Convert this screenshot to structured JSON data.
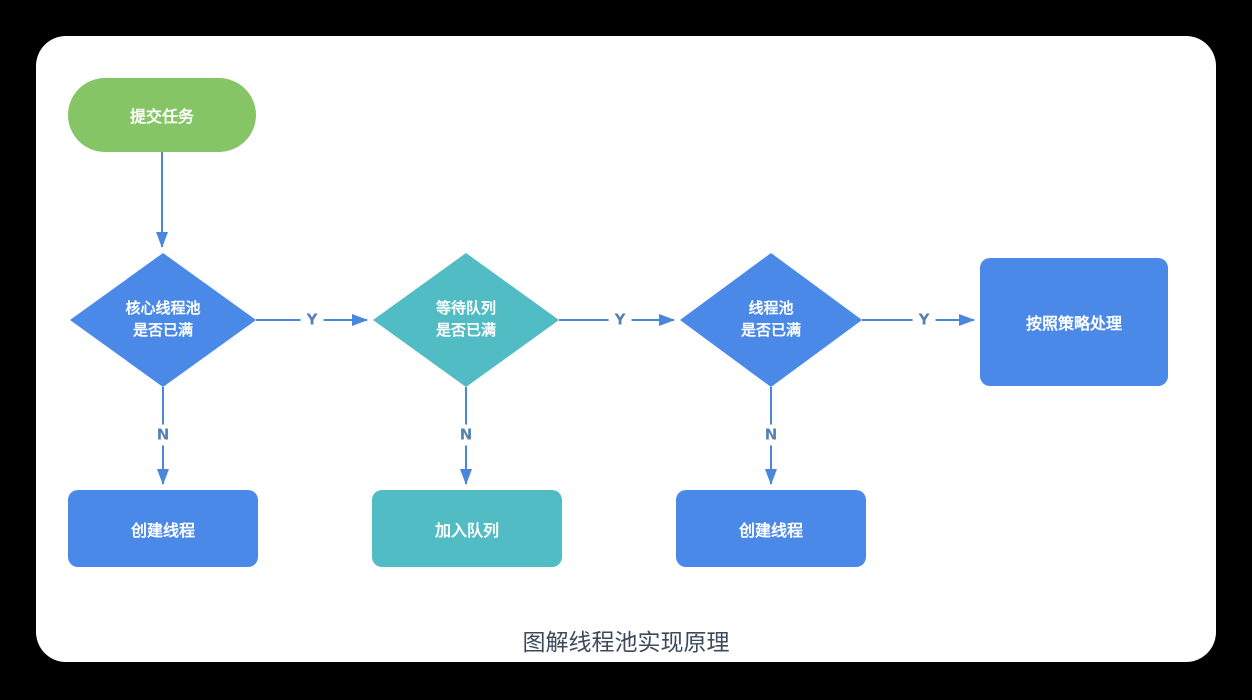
{
  "caption": "图解线程池实现原理",
  "nodes": {
    "start": {
      "label": "提交任务"
    },
    "d1": {
      "line1": "核心线程池",
      "line2": "是否已满"
    },
    "d2": {
      "line1": "等待队列",
      "line2": "是否已满"
    },
    "d3": {
      "line1": "线程池",
      "line2": "是否已满"
    },
    "policy": {
      "label": "按照策略处理"
    },
    "create1": {
      "label": "创建线程"
    },
    "queue": {
      "label": "加入队列"
    },
    "create2": {
      "label": "创建线程"
    }
  },
  "edge_labels": {
    "yes": "Y",
    "no": "N"
  },
  "colors": {
    "green": "#85C566",
    "blue": "#4A89E8",
    "teal": "#52BCC4",
    "arrow": "#4A86DB",
    "edgelabel": "#5580B2",
    "caption": "#3D4A5C",
    "card": "#FFFFFF",
    "bg": "#000000"
  }
}
